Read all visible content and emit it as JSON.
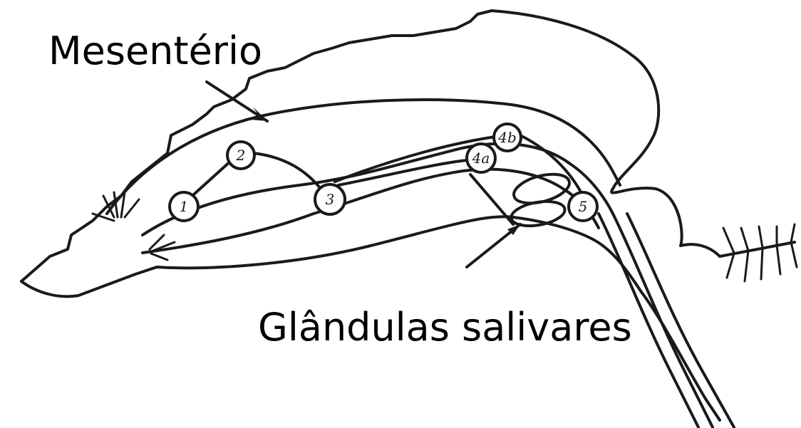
{
  "labels": {
    "mesentery": "Mesentério",
    "salivary_glands": "Glândulas salivares"
  },
  "nodes": [
    "1",
    "2",
    "3",
    "4a",
    "4b",
    "5"
  ],
  "colors": {
    "ink": "#1a1a1a",
    "background": "#ffffff"
  }
}
